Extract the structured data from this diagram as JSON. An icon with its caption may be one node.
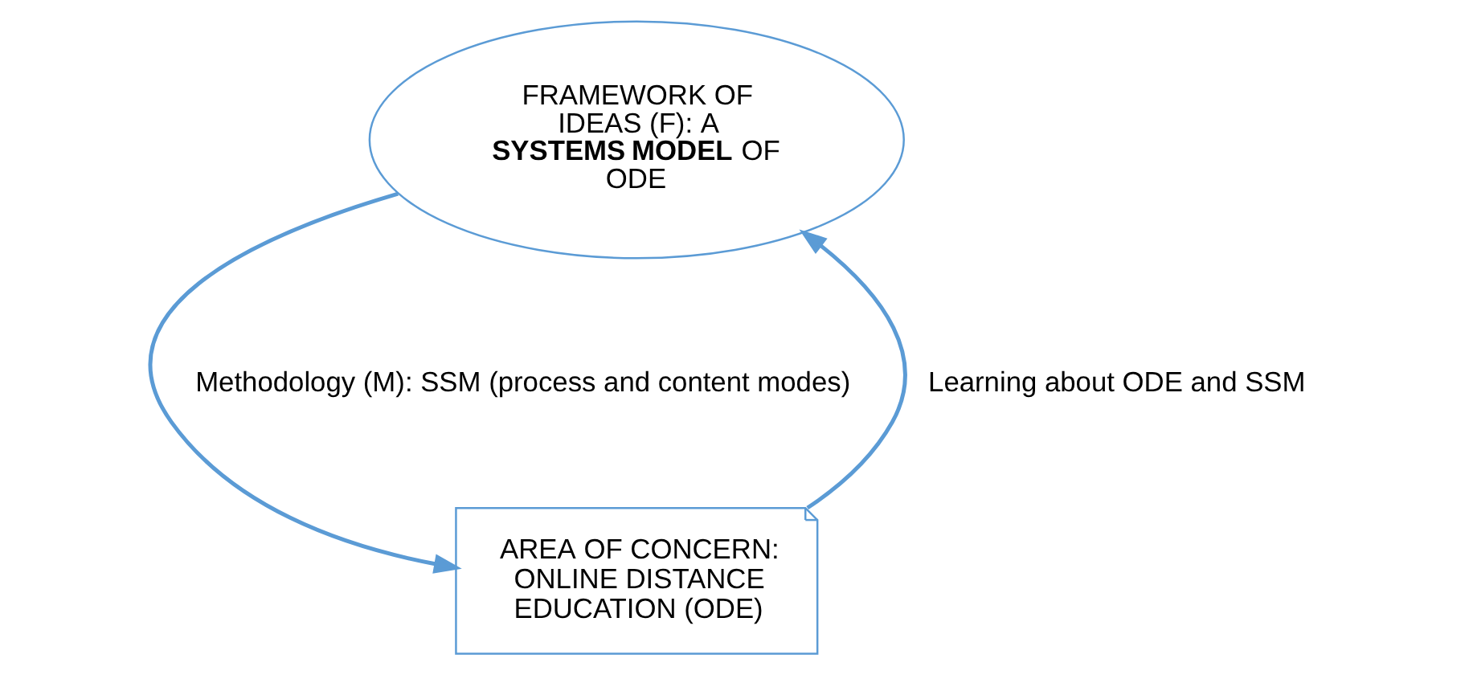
{
  "diagram": {
    "nodes": [
      {
        "text": [
          "FRAMEWORK OF IDEAS (F): A **SYSTEMS MODEL** OF ODE"
        ]
      },
      {
        "text": [
          "AREA OF CONCERN: ONLINE DISTANCE EDUCATION (ODE)"
        ]
      }
    ],
    "edges": [
      {
        "from": 0,
        "to": 1,
        "arrow": "to",
        "label": "Methodology (M): SSM (process and content modes)"
      },
      {
        "from": 1,
        "to": 0,
        "arrow": "to",
        "label": "Learning about ODE and SSM"
      }
    ]
  }
}
